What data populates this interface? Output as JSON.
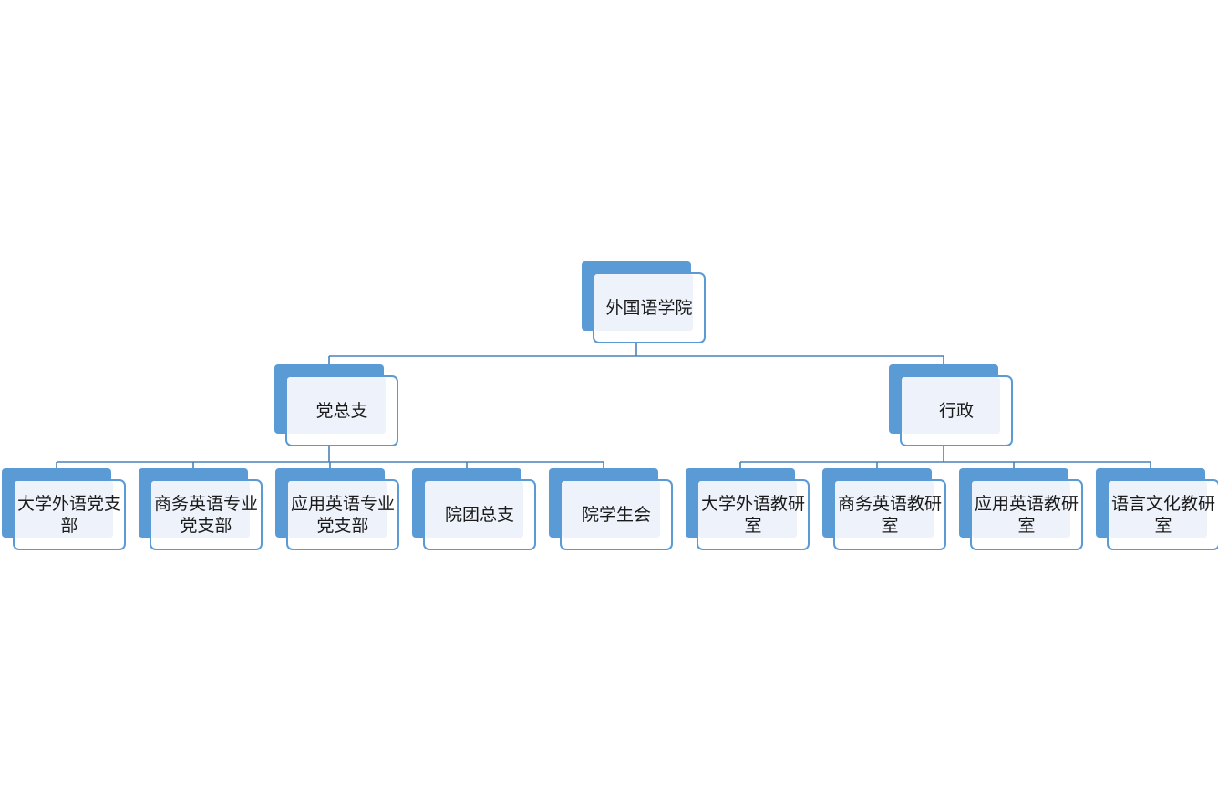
{
  "org_chart": {
    "root": {
      "label": "外国语学院",
      "children": [
        {
          "label": "党总支",
          "children": [
            {
              "label": "大学外语党支部"
            },
            {
              "label": "商务英语专业党支部"
            },
            {
              "label": "应用英语专业党支部"
            },
            {
              "label": "院团总支"
            },
            {
              "label": "院学生会"
            }
          ]
        },
        {
          "label": "行政",
          "children": [
            {
              "label": "大学外语教研室"
            },
            {
              "label": "商务英语教研室"
            },
            {
              "label": "应用英语教研室"
            },
            {
              "label": "语言文化教研室"
            }
          ]
        }
      ]
    }
  },
  "colors": {
    "accent": "#5b9bd5",
    "connector": "#4a80b8",
    "inner_fill": "#eef3fb",
    "text": "#1a1a1a"
  }
}
